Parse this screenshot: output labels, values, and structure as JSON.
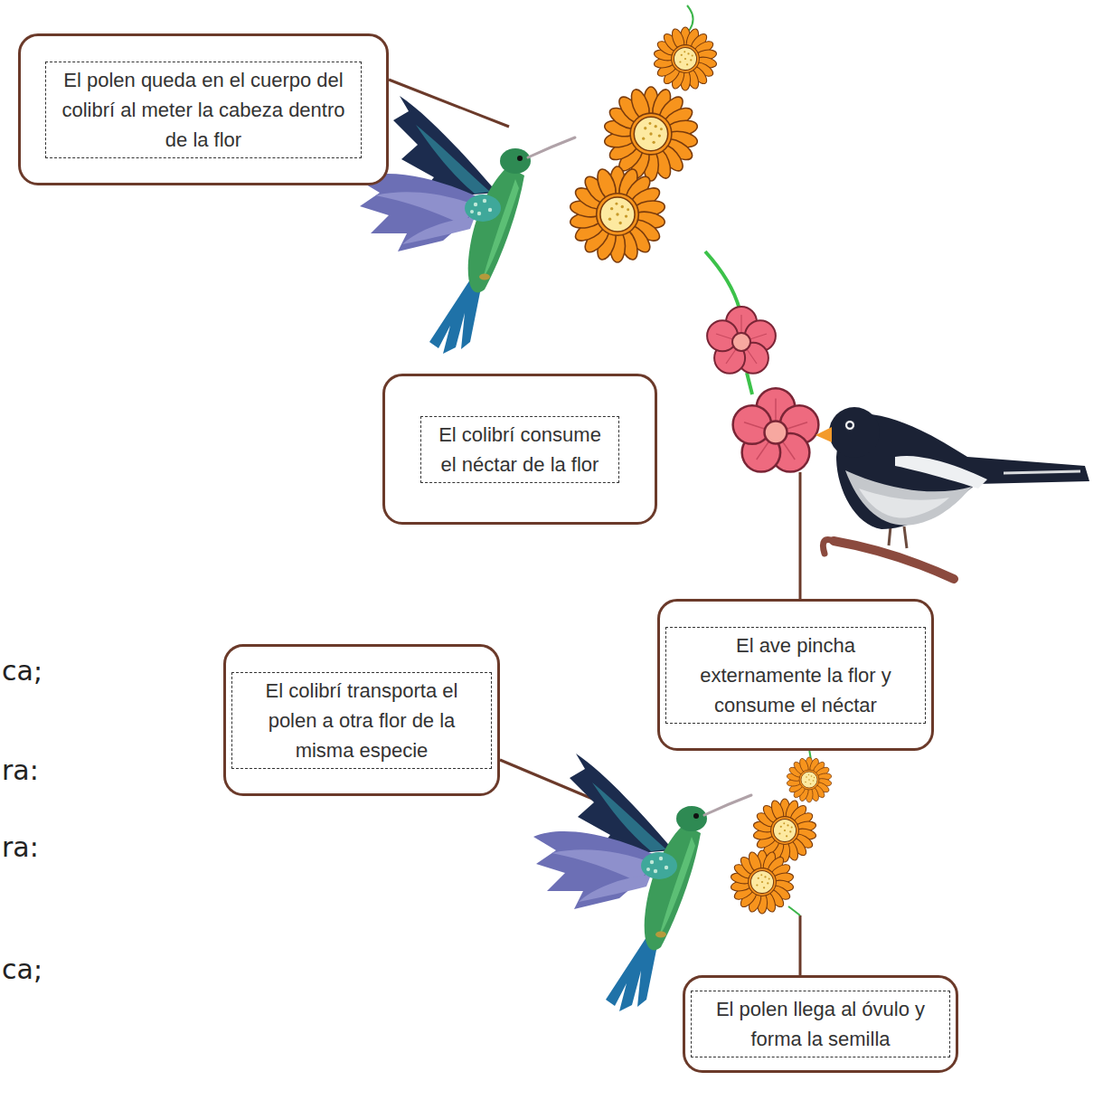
{
  "diagram": {
    "nodes": [
      {
        "text": [
          "El polen queda en el cuerpo del colibrí al meter la cabeza dentro de la flor"
        ]
      },
      {
        "text": [
          "El colibrí consume el néctar de la flor"
        ]
      },
      {
        "text": [
          "El ave pincha externamente la flor y consume el néctar"
        ]
      },
      {
        "text": [
          "El colibrí transporta el polen a otra flor de la misma especie"
        ]
      },
      {
        "text": [
          "El polen llega al óvulo y forma la semilla"
        ]
      }
    ],
    "labels": [
      "ca;",
      "ra:",
      "ra:",
      "ca;"
    ]
  }
}
